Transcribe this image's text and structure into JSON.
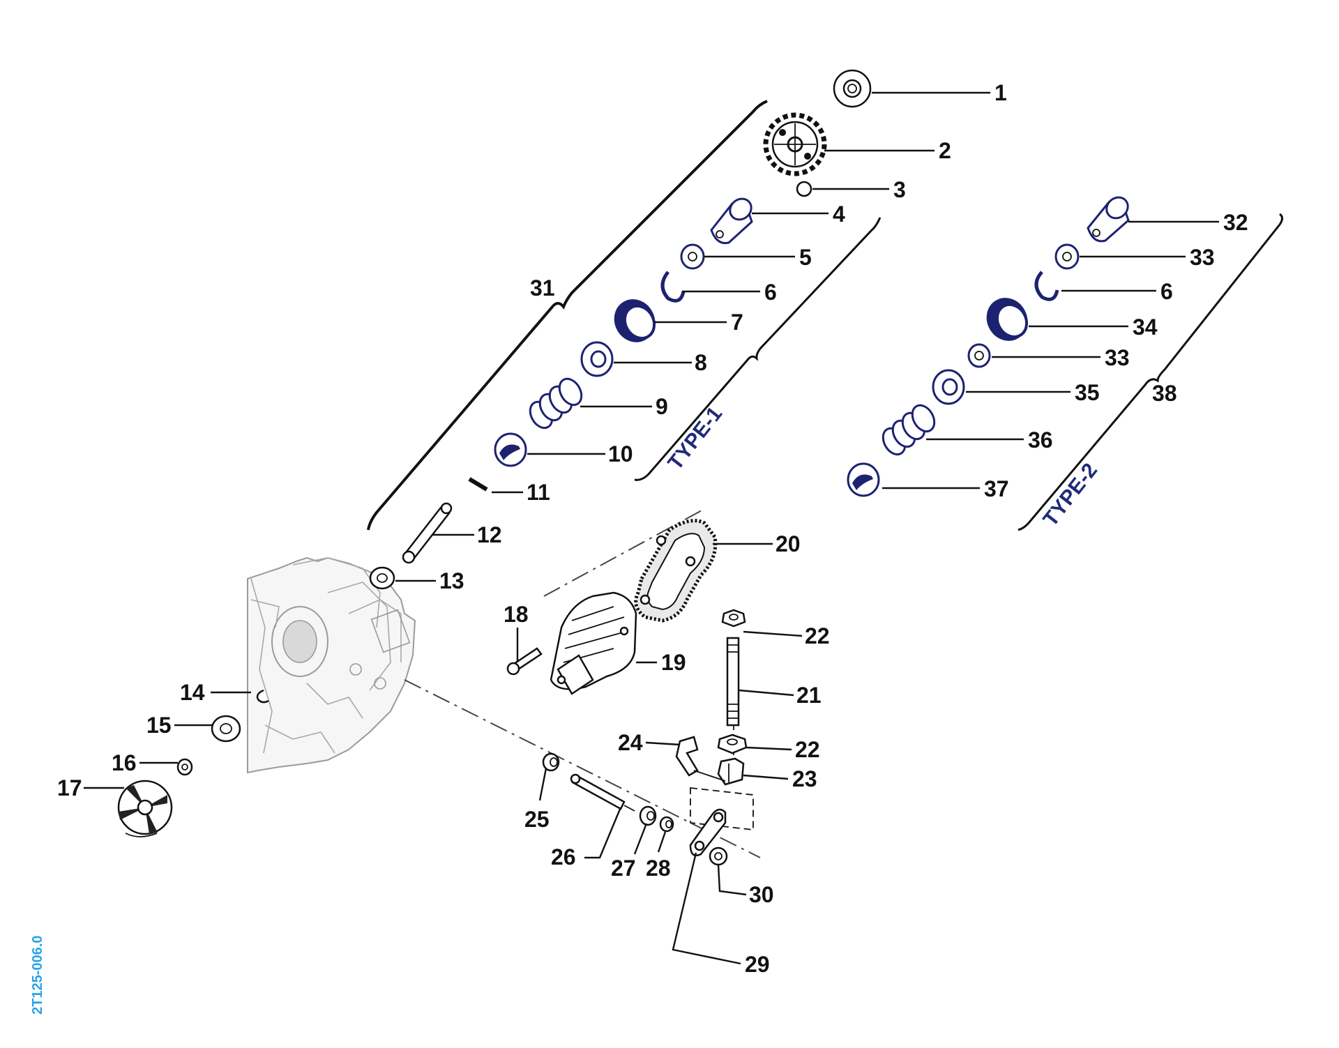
{
  "callouts": {
    "c1": "1",
    "c2": "2",
    "c3": "3",
    "c4": "4",
    "c5": "5",
    "c6a": "6",
    "c6b": "6",
    "c7": "7",
    "c8": "8",
    "c9": "9",
    "c10": "10",
    "c11": "11",
    "c12": "12",
    "c13": "13",
    "c14": "14",
    "c15": "15",
    "c16": "16",
    "c17": "17",
    "c18": "18",
    "c19": "19",
    "c20": "20",
    "c21": "21",
    "c22a": "22",
    "c22b": "22",
    "c23": "23",
    "c24": "24",
    "c25": "25",
    "c26": "26",
    "c27": "27",
    "c28": "28",
    "c29": "29",
    "c30": "30",
    "c31": "31",
    "c32": "32",
    "c33a": "33",
    "c33b": "33",
    "c34": "34",
    "c35": "35",
    "c36": "36",
    "c37": "37",
    "c38": "38"
  },
  "groups": {
    "type1": "TYPE-1",
    "type2": "TYPE-2"
  },
  "reference_code": "2T125-006.0",
  "colors": {
    "callout_text": "#111111",
    "type_label": "#1f2a7a",
    "highlight_parts": "#1d2270",
    "reference_code": "#2aa3e6"
  }
}
